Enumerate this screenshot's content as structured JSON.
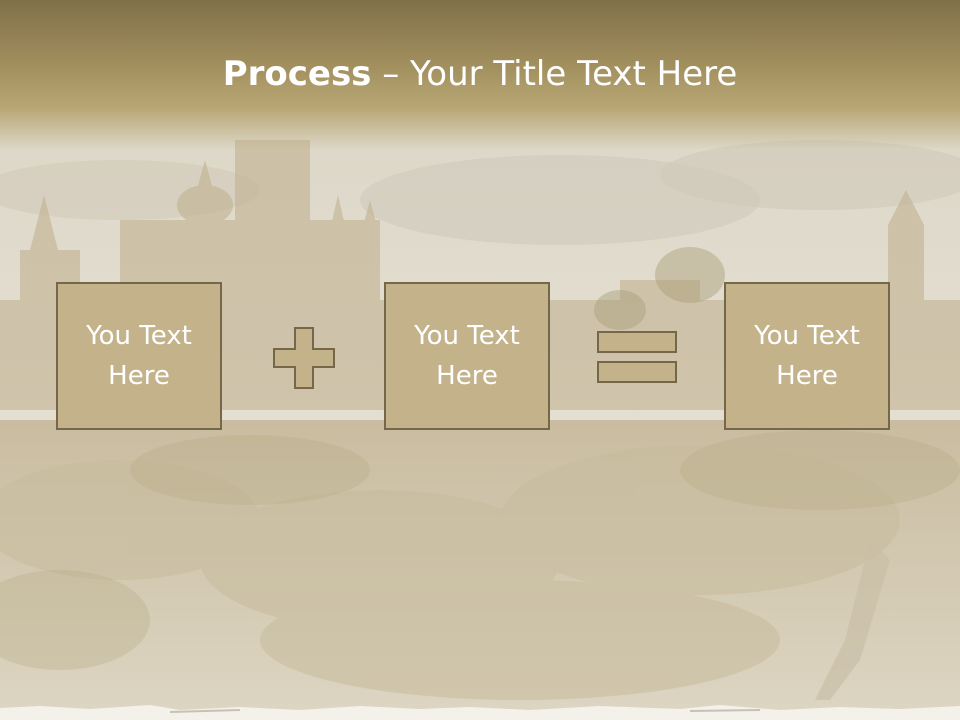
{
  "slide": {
    "title_bold": "Process",
    "title_rest": " – Your Title Text Here"
  },
  "process": {
    "boxes": [
      {
        "line1": "You Text",
        "line2": "Here"
      },
      {
        "line1": "You Text",
        "line2": "Here"
      },
      {
        "line1": "You Text",
        "line2": "Here"
      }
    ],
    "operators": [
      "plus-icon",
      "equals-icon"
    ]
  },
  "colors": {
    "title_band": "#a3905f",
    "box_fill": "#c4b38a",
    "box_border": "#75684a",
    "text": "#ffffff"
  }
}
